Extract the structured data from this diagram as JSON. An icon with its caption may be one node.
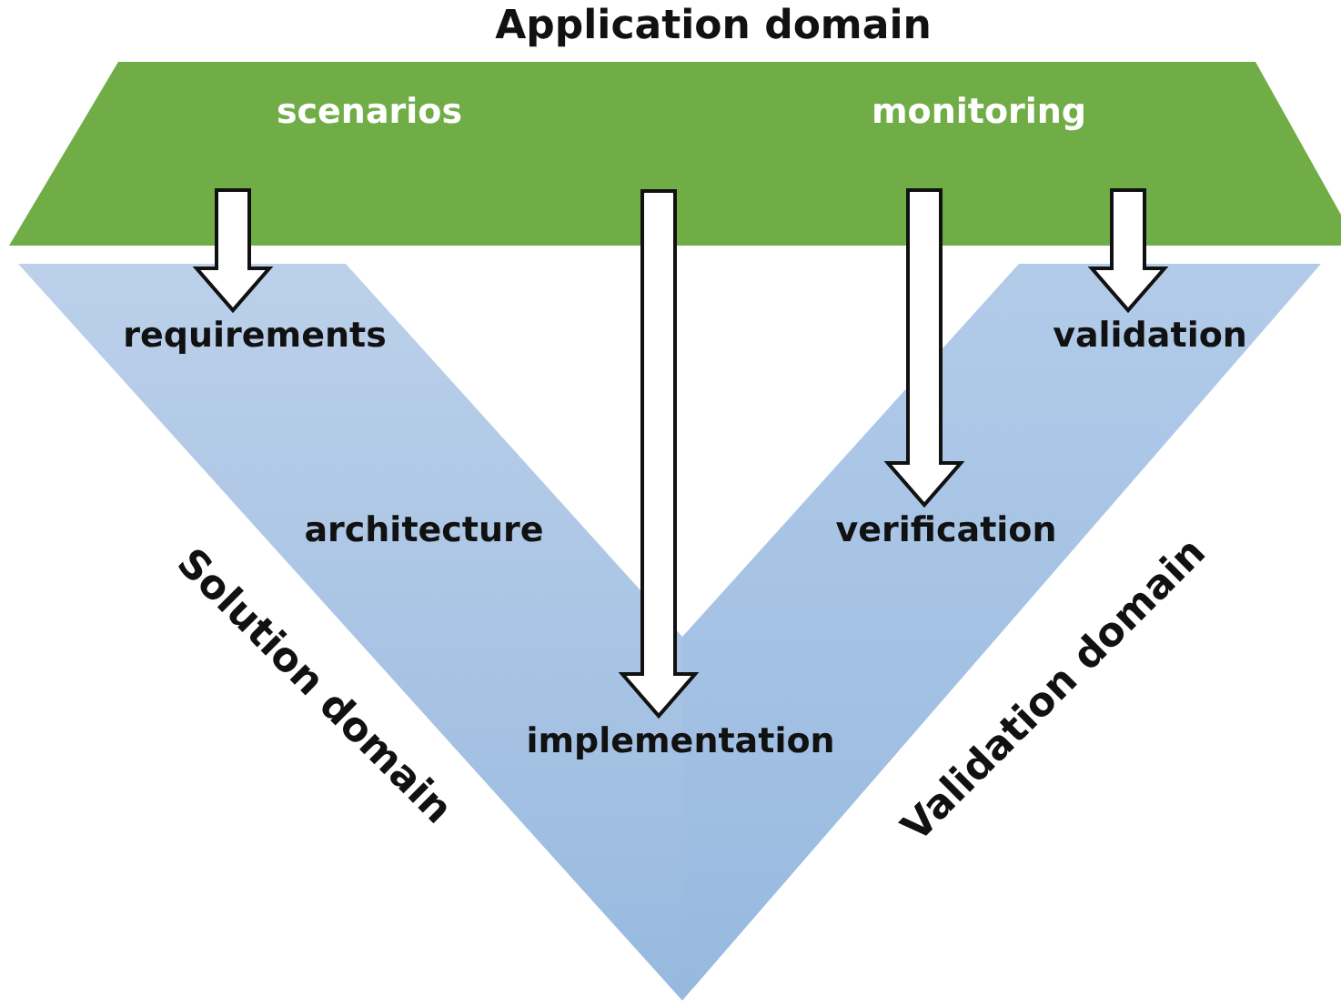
{
  "diagram": {
    "nodes": [
      {
        "text": [
          "Application domain"
        ]
      },
      {
        "text": [
          "scenarios"
        ],
        "in": 0
      },
      {
        "text": [
          "monitoring"
        ],
        "in": 0
      },
      {
        "text": [
          "Solution domain"
        ]
      },
      {
        "text": [
          "Validation domain"
        ]
      },
      {
        "text": [
          "requirements"
        ],
        "in": 3
      },
      {
        "text": [
          "architecture"
        ],
        "in": 3
      },
      {
        "text": [
          "implementation"
        ]
      },
      {
        "text": [
          "verification"
        ],
        "in": 4
      },
      {
        "text": [
          "validation"
        ],
        "in": 4
      }
    ],
    "edges": [
      {
        "from": 1,
        "to": 5,
        "arrow": "to"
      },
      {
        "from": 0,
        "to": 7,
        "arrow": "to"
      },
      {
        "from": 2,
        "to": 8,
        "arrow": "to"
      },
      {
        "from": 2,
        "to": 9,
        "arrow": "to"
      }
    ]
  }
}
